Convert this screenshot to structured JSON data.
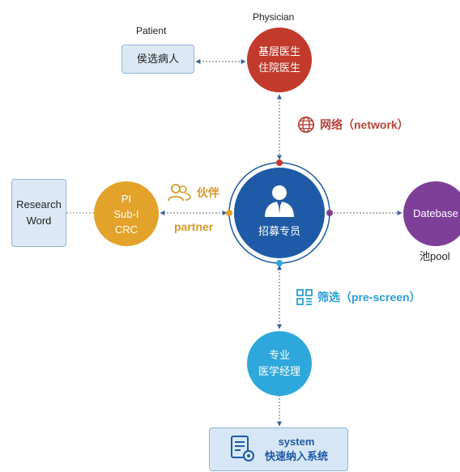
{
  "patient": {
    "caption": "Patient",
    "box_label": "侯选病人"
  },
  "physician": {
    "caption": "Physician",
    "line1": "基层医生",
    "line2": "住院医生"
  },
  "network": {
    "label": "网络（network）"
  },
  "research": {
    "line1": "Research",
    "line2": "Word"
  },
  "pi": {
    "line1": "PI",
    "line2": "Sub-I",
    "line3": "CRC"
  },
  "partner": {
    "label_cn": "伙伴",
    "label_en": "partner"
  },
  "center": {
    "label": "招募专员"
  },
  "database": {
    "label": "Datebase",
    "caption": "池pool"
  },
  "prescreen": {
    "label": "筛选（pre-screen）"
  },
  "medical": {
    "line1": "专业",
    "line2": "医学经理"
  },
  "system": {
    "line1": "system",
    "line2": "快速纳入系统"
  },
  "colors": {
    "physician": "#c23a2b",
    "pi": "#e3a32a",
    "center": "#1f5aa6",
    "database": "#7e3f98",
    "medical": "#2ea8dc",
    "network_text": "#b5453a",
    "partner_text": "#d49a2a",
    "prescreen_text": "#2a9fd6"
  }
}
